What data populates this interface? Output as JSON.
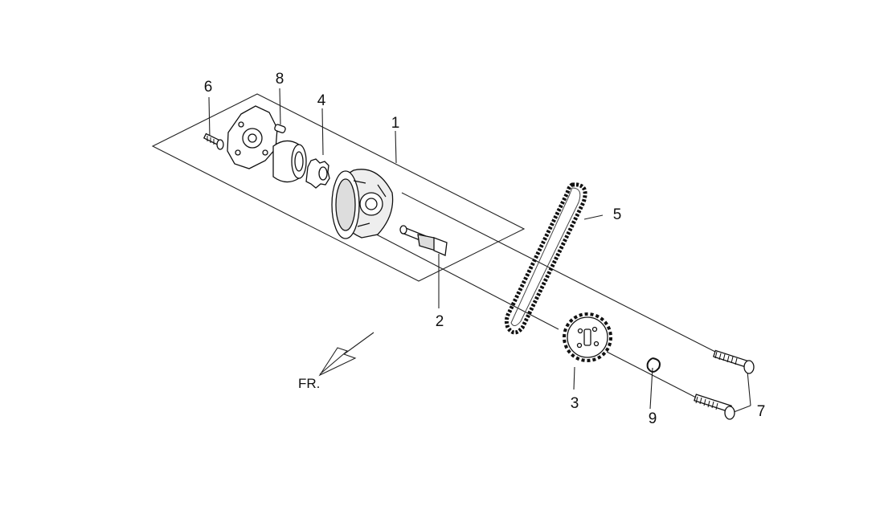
{
  "diagram": {
    "callouts": [
      {
        "id": "label-1",
        "text": "1"
      },
      {
        "id": "label-2",
        "text": "2"
      },
      {
        "id": "label-3",
        "text": "3"
      },
      {
        "id": "label-4",
        "text": "4"
      },
      {
        "id": "label-5",
        "text": "5"
      },
      {
        "id": "label-6",
        "text": "6"
      },
      {
        "id": "label-7",
        "text": "7"
      },
      {
        "id": "label-8",
        "text": "8"
      },
      {
        "id": "label-9",
        "text": "9"
      }
    ],
    "direction_label": "FR."
  }
}
